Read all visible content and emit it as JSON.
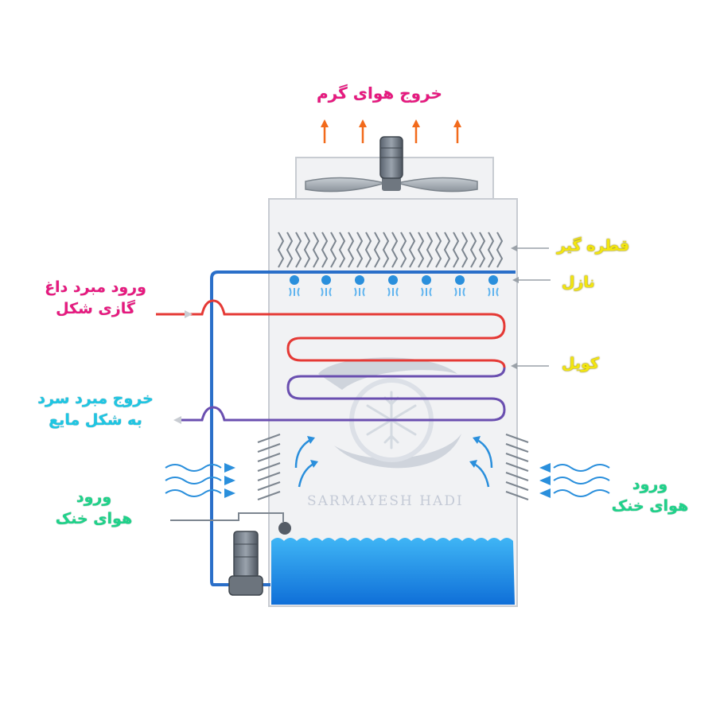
{
  "labels": {
    "hot_air_out": "خروج هوای گرم",
    "drift_eliminator": "قطره گیر",
    "nozzle": "نازل",
    "hot_refrigerant_in_line1": "ورود مبرد داغ",
    "hot_refrigerant_in_line2": "گازی شکل",
    "coil": "کویل",
    "cold_refrigerant_out_line1": "خروج مبرد سرد",
    "cold_refrigerant_out_line2": "به شکل مایع",
    "cool_air_in_left_line1": "ورود",
    "cool_air_in_left_line2": "هوای خنک",
    "cool_air_in_right_line1": "ورود",
    "cool_air_in_right_line2": "هوای خنک"
  },
  "watermark": {
    "text": "SARMAYESH HADI"
  },
  "colors": {
    "hot_air_label": "#e6197f",
    "component_label": "#f3e60f",
    "refrigerant_in_label": "#e6197f",
    "refrigerant_out_label": "#1ec6e3",
    "cool_air_label": "#1fd28a",
    "water_pipe": "#2a6fc9",
    "hot_coil": "#e53935",
    "cold_coil": "#5b4aa8",
    "basin_water": "#1aa0f0",
    "warm_air_arrow": "#f26a1b"
  },
  "icons": {
    "fan": "fan-icon",
    "motor": "motor-icon",
    "pump": "pump-icon",
    "nozzle": "nozzle-icon",
    "watermark_logo": "snowflake-icon"
  }
}
